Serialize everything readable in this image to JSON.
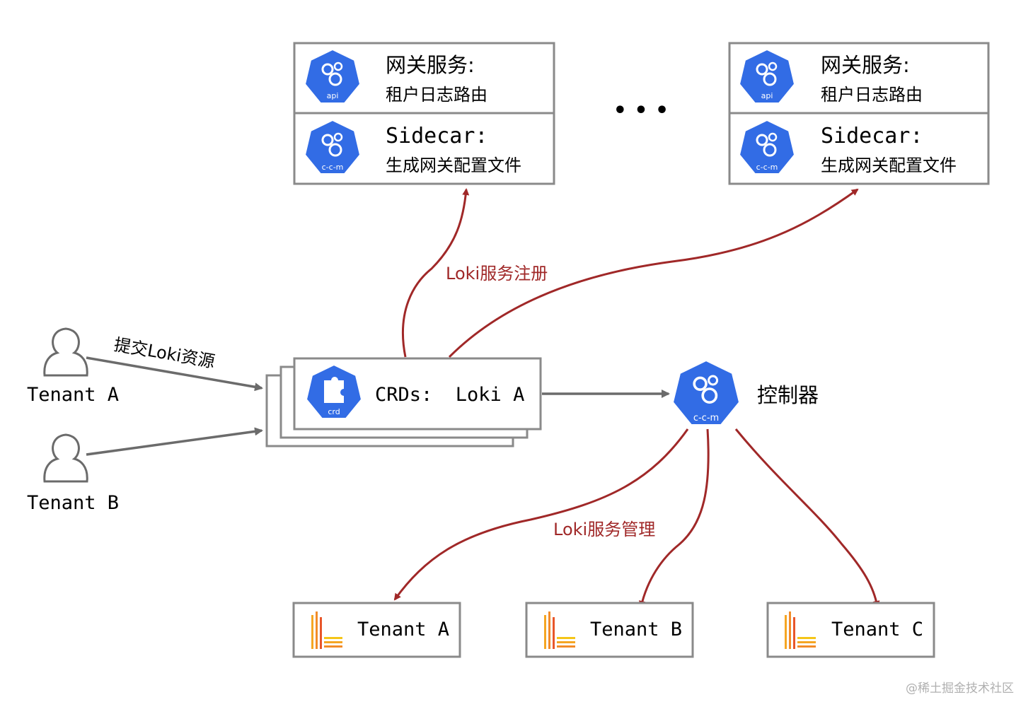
{
  "gateway_left": {
    "api_title": "网关服务:",
    "api_subtitle": "租户日志路由",
    "api_icon": "api",
    "sidecar_title": "Sidecar:",
    "sidecar_subtitle": "生成网关配置文件",
    "sidecar_icon": "c-c-m"
  },
  "gateway_right": {
    "api_title": "网关服务:",
    "api_subtitle": "租户日志路由",
    "api_icon": "api",
    "sidecar_title": "Sidecar:",
    "sidecar_subtitle": "生成网关配置文件",
    "sidecar_icon": "c-c-m"
  },
  "ellipsis": "• • •",
  "edge_labels": {
    "register": "Loki服务注册",
    "submit": "提交Loki资源",
    "manage": "Loki服务管理"
  },
  "users": {
    "tenant_a": "Tenant A",
    "tenant_b": "Tenant B"
  },
  "crd": {
    "label": "CRDs:  Loki A",
    "icon": "crd"
  },
  "controller": {
    "label": "控制器",
    "icon": "c-c-m"
  },
  "loki_tenants": [
    "Tenant A",
    "Tenant B",
    "Tenant C"
  ],
  "watermark": "@稀土掘金技术社区",
  "colors": {
    "k8s_blue": "#326ce5",
    "arrow_red": "#a02828",
    "arrow_gray": "#6b6b6b",
    "box_border": "#8a8a8a"
  }
}
